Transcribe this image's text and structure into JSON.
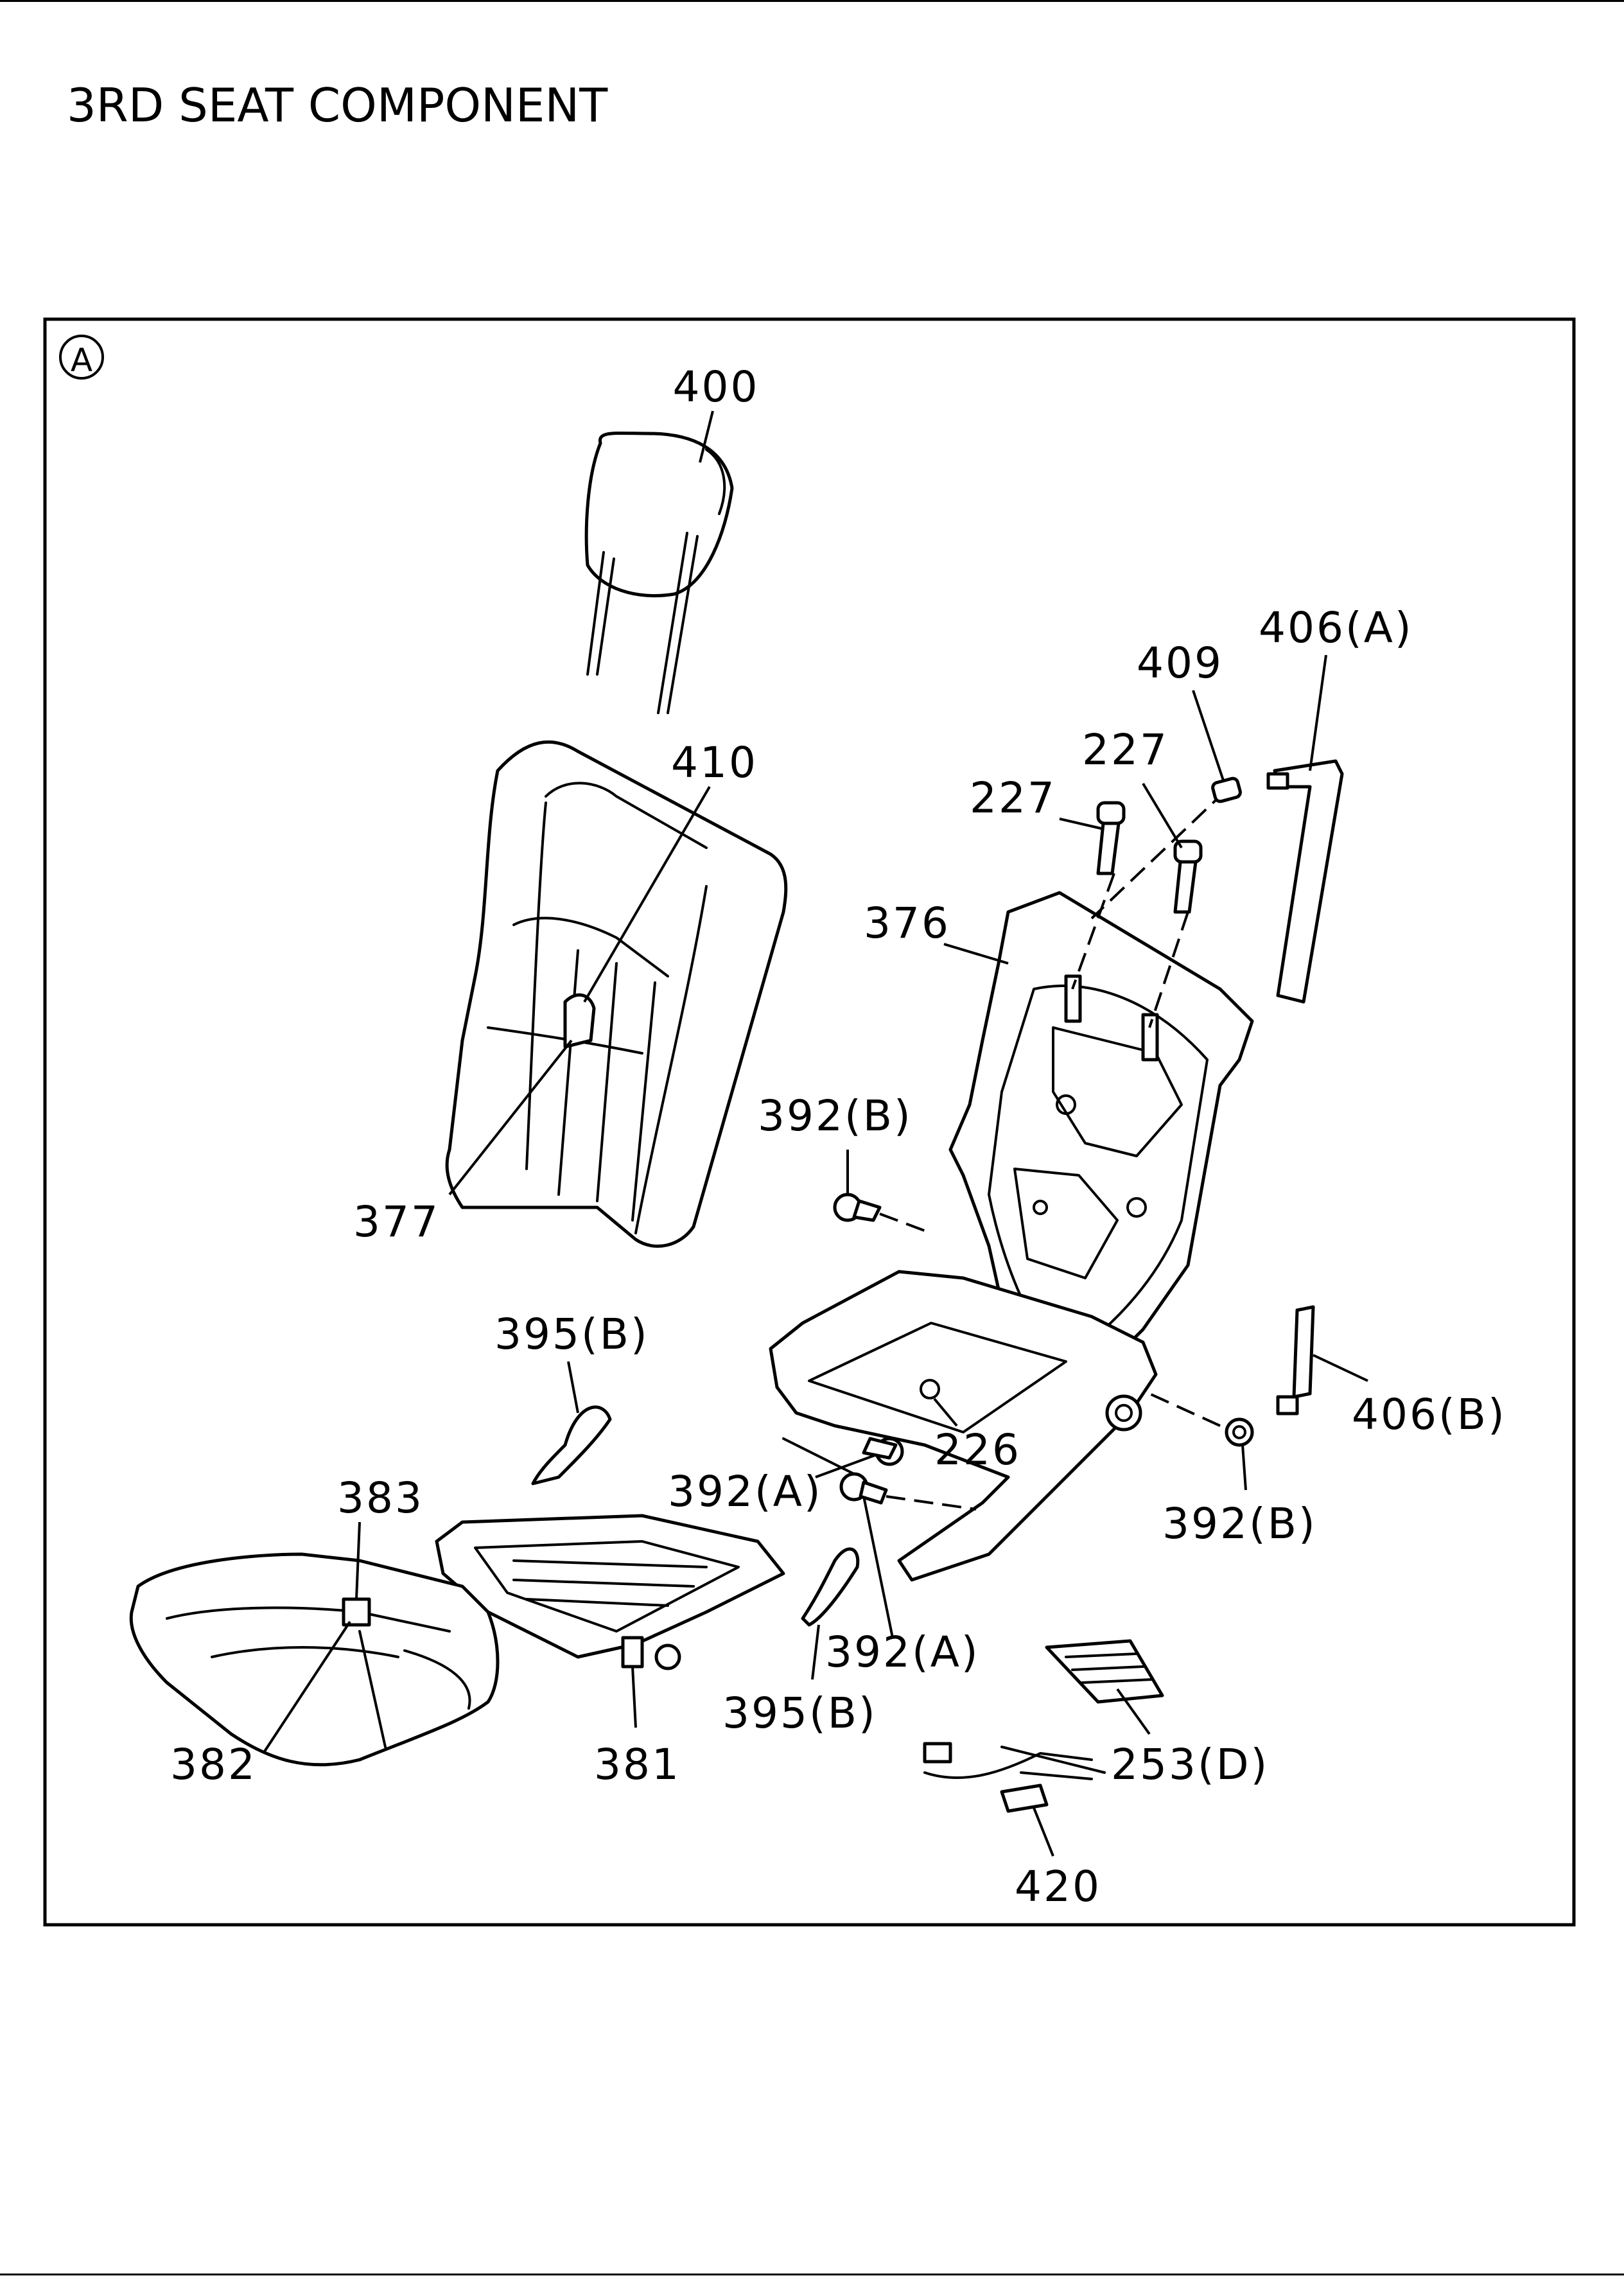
{
  "title": "3RD SEAT COMPONENT",
  "view_marker": "A",
  "callouts": {
    "c400": "400",
    "c406a": "406(A)",
    "c409": "409",
    "c227a": "227",
    "c227b": "227",
    "c410": "410",
    "c376": "376",
    "c377": "377",
    "c392b1": "392(B)",
    "c395b1": "395(B)",
    "c383": "383",
    "c392a1": "392(A)",
    "c226": "226",
    "c406b": "406(B)",
    "c392b2": "392(B)",
    "c392a2": "392(A)",
    "c382": "382",
    "c381": "381",
    "c395b2": "395(B)",
    "c253d": "253(D)",
    "c420": "420"
  }
}
